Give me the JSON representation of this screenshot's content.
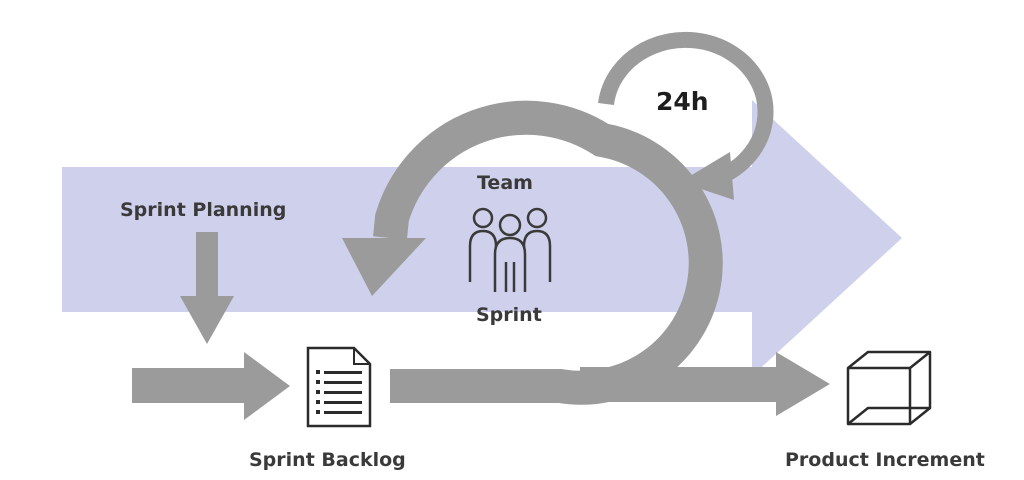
{
  "labels": {
    "sprint_planning": "Sprint Planning",
    "team": "Team",
    "sprint": "Sprint",
    "daily_cycle": "24h",
    "sprint_backlog": "Sprint Backlog",
    "product_increment": "Product Increment"
  },
  "icons": {
    "backlog": "document-list-icon",
    "team": "team-people-icon",
    "increment": "cube-icon"
  },
  "colors": {
    "big_arrow": "#cfd1ec",
    "flow_arrows": "#9b9b9b",
    "icon_stroke": "#2b2b2b",
    "text": "#3a3a3a"
  }
}
